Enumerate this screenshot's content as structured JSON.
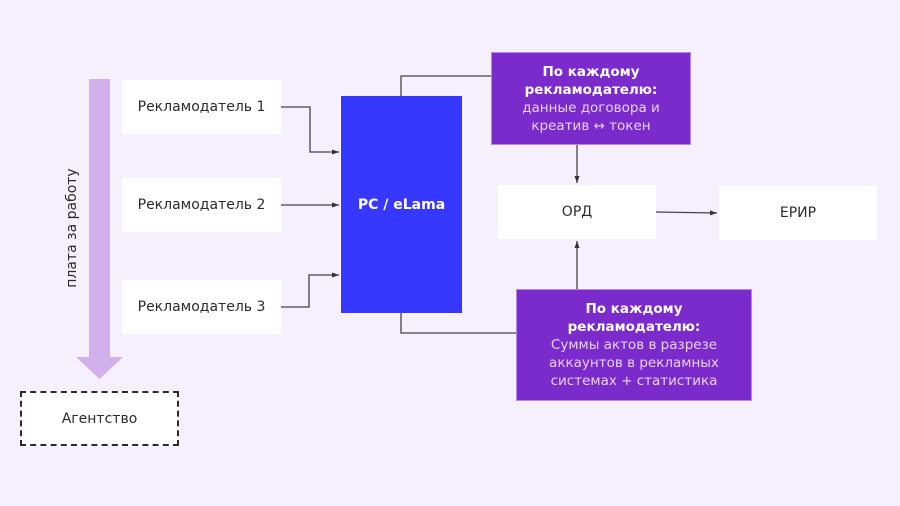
{
  "diagram": {
    "advertisers": [
      {
        "label": "Рекламодатель 1"
      },
      {
        "label": "Рекламодатель 2"
      },
      {
        "label": "Рекламодатель 3"
      }
    ],
    "platform": {
      "label": "РС / eLama"
    },
    "contract_info": {
      "heading": "По каждому рекламодателю:",
      "body": "данные договора и креатив ↔ токен"
    },
    "acts_info": {
      "heading": "По каждому рекламодателю:",
      "body": "Суммы актов в разрезе аккаунтов в рекламных системах + статистика"
    },
    "ord": {
      "label": "ОРД"
    },
    "erir": {
      "label": "ЕРИР"
    },
    "payment_arrow": {
      "label": "плата за работу"
    },
    "agency": {
      "label": "Агентство"
    }
  },
  "colors": {
    "background": "#f5f0fc",
    "platform": "#3638ff",
    "info_box": "#7b2bcc",
    "payment_arrow": "#d2b0ec"
  }
}
